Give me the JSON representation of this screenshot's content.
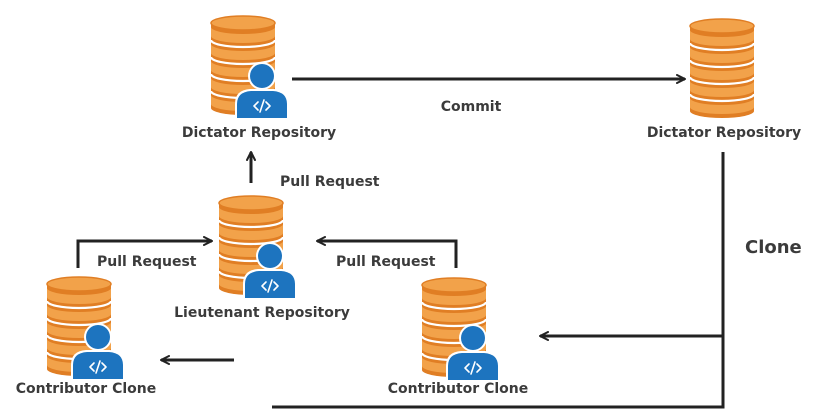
{
  "colors": {
    "db_light": "#f2a24a",
    "db_dark": "#e07e24",
    "person": "#1d74bf",
    "line": "#222222",
    "text": "#3b3b3b"
  },
  "icons": {
    "repository": "database-stack-icon",
    "user": "developer-user-icon",
    "code": "code-brackets-icon"
  },
  "nodes": {
    "dictator_left": {
      "label": "Dictator Repository"
    },
    "dictator_right": {
      "label": "Dictator Repository"
    },
    "lieutenant": {
      "label": "Lieutenant Repository"
    },
    "contributor_left": {
      "label": "Contributor Clone"
    },
    "contributor_right": {
      "label": "Contributor Clone"
    }
  },
  "edges": {
    "commit": "Commit",
    "pull_request_up": "Pull Request",
    "pull_request_left": "Pull Request",
    "pull_request_right": "Pull Request",
    "clone": "Clone"
  }
}
